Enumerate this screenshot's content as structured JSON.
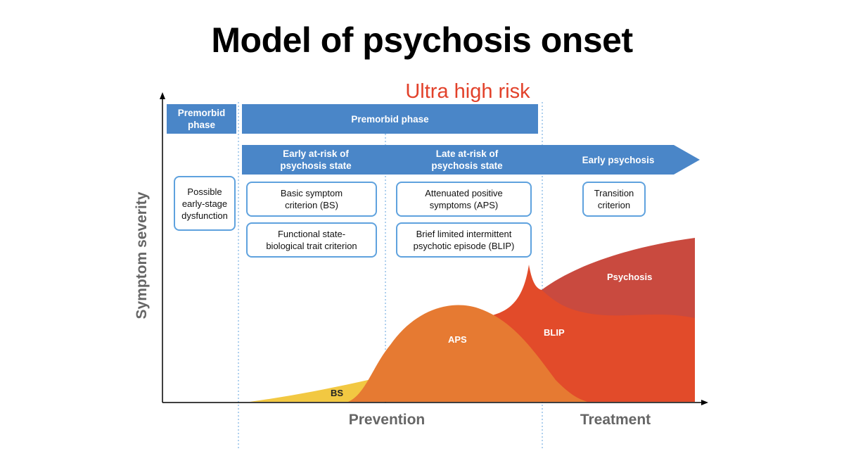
{
  "title": "Model of psychosis onset",
  "ultra_high_risk": "Ultra high risk",
  "phases": {
    "premorbid_left": "Premorbid\nphase",
    "premorbid_main": "Premorbid phase",
    "early_at_risk": "Early at-risk of\npsychosis state",
    "late_at_risk": "Late at-risk of\npsychosis state",
    "early_psychosis": "Early psychosis"
  },
  "criteria": {
    "possible_dysfunction": "Possible\nearly-stage\ndysfunction",
    "basic_symptom": "Basic symptom\ncriterion (BS)",
    "functional_state": "Functional state-\nbiological trait criterion",
    "attenuated_positive": "Attenuated positive\nsymptoms (APS)",
    "blip": "Brief limited intermittent\npsychotic episode (BLIP)",
    "transition": "Transition\ncriterion"
  },
  "curves": {
    "bs": "BS",
    "aps": "APS",
    "blip": "BLIP",
    "psychosis": "Psychosis"
  },
  "axes": {
    "y_label": "Symptom severity",
    "x_prevention": "Prevention",
    "x_treatment": "Treatment"
  },
  "colors": {
    "bar_blue": "#4a86c8",
    "box_border": "#5fa2de",
    "bs_yellow": "#f2c842",
    "aps_orange": "#e67a32",
    "blip_red": "#e24b2a",
    "psychosis_red": "#c94a3f",
    "title_red": "#e2412a"
  }
}
